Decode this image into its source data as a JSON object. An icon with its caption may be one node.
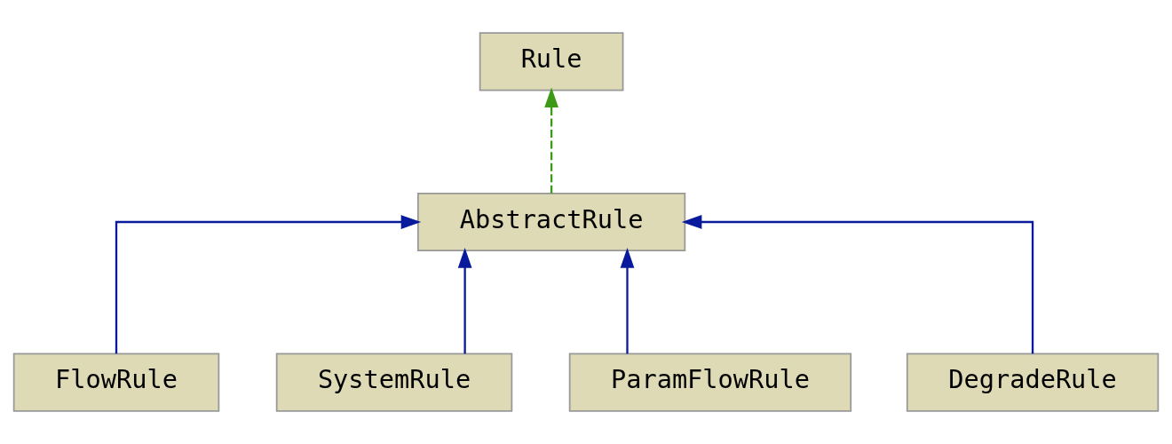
{
  "diagram": {
    "nodes": [
      {
        "text": [
          "Rule"
        ]
      },
      {
        "text": [
          "AbstractRule"
        ]
      },
      {
        "text": [
          "FlowRule"
        ]
      },
      {
        "text": [
          "SystemRule"
        ]
      },
      {
        "text": [
          "ParamFlowRule"
        ]
      },
      {
        "text": [
          "DegradeRule"
        ]
      }
    ],
    "edges": [
      {
        "from": 1,
        "to": 0,
        "arrow": "to",
        "style": "dashed",
        "color": "#3c9a16"
      },
      {
        "from": 2,
        "to": 1,
        "arrow": "to"
      },
      {
        "from": 3,
        "to": 1,
        "arrow": "to"
      },
      {
        "from": 4,
        "to": 1,
        "arrow": "to"
      },
      {
        "from": 5,
        "to": 1,
        "arrow": "to"
      }
    ]
  }
}
